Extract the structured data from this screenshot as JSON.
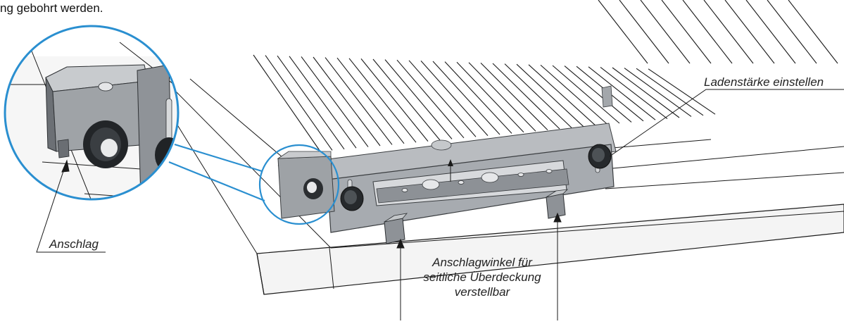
{
  "heading": {
    "text": "ng gebohrt werden."
  },
  "callouts": {
    "ladenstaerke": "Ladenstärke einstellen",
    "anschlag": "Anschlag",
    "anschlagwinkel_lines": [
      "Anschlagwinkel für",
      "seitliche Überdeckung",
      "verstellbar"
    ]
  },
  "colors": {
    "accent_circle": "#2a8fd0",
    "line": "#1a1a1a",
    "jig_gray": "#9a9ea3",
    "jig_dark": "#5d6166"
  }
}
